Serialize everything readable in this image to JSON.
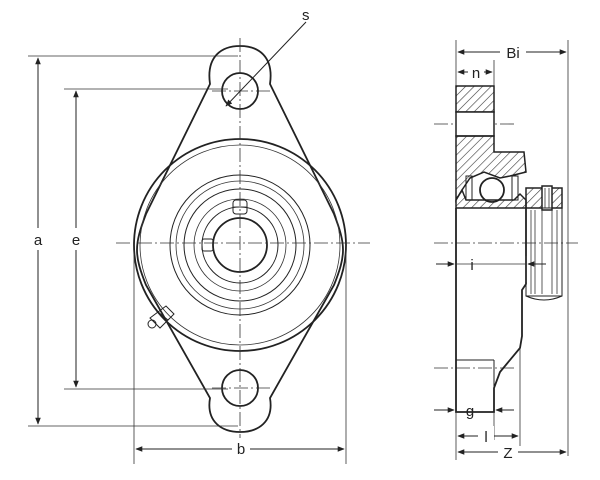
{
  "diagram": {
    "labels": {
      "a": "a",
      "e": "e",
      "s": "s",
      "b": "b",
      "bi": "Bi",
      "n": "n",
      "i": "i",
      "g": "g",
      "l": "l",
      "z": "Z"
    }
  }
}
